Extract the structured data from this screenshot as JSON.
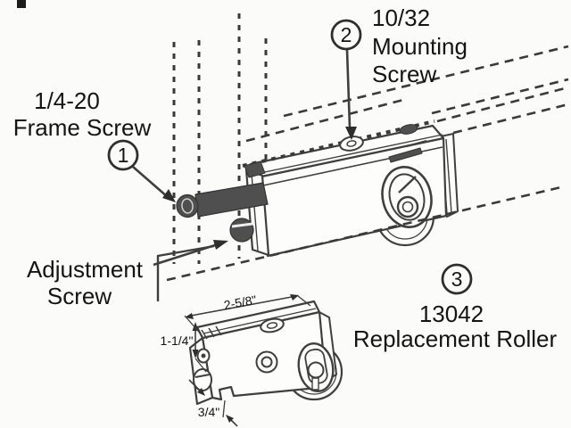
{
  "callouts": {
    "frame_screw": {
      "number": "1",
      "label_line1": "1/4-20",
      "label_line2": "Frame Screw"
    },
    "mounting_screw": {
      "number": "2",
      "label_line1": "10/32",
      "label_line2": "Mounting",
      "label_line3": "Screw"
    },
    "adjustment_screw": {
      "label_line1": "Adjustment",
      "label_line2": "Screw"
    },
    "replacement_roller": {
      "number": "3",
      "part_number": "13042",
      "label": "Replacement Roller"
    }
  },
  "dimensions": {
    "width": "2-5/8\"",
    "height": "1-1/4\"",
    "depth": "3/4\""
  },
  "colors": {
    "background": "#fbfbf9",
    "line": "#3f3f3f",
    "text": "#141414",
    "screw_fill": "#4f4f4f"
  }
}
